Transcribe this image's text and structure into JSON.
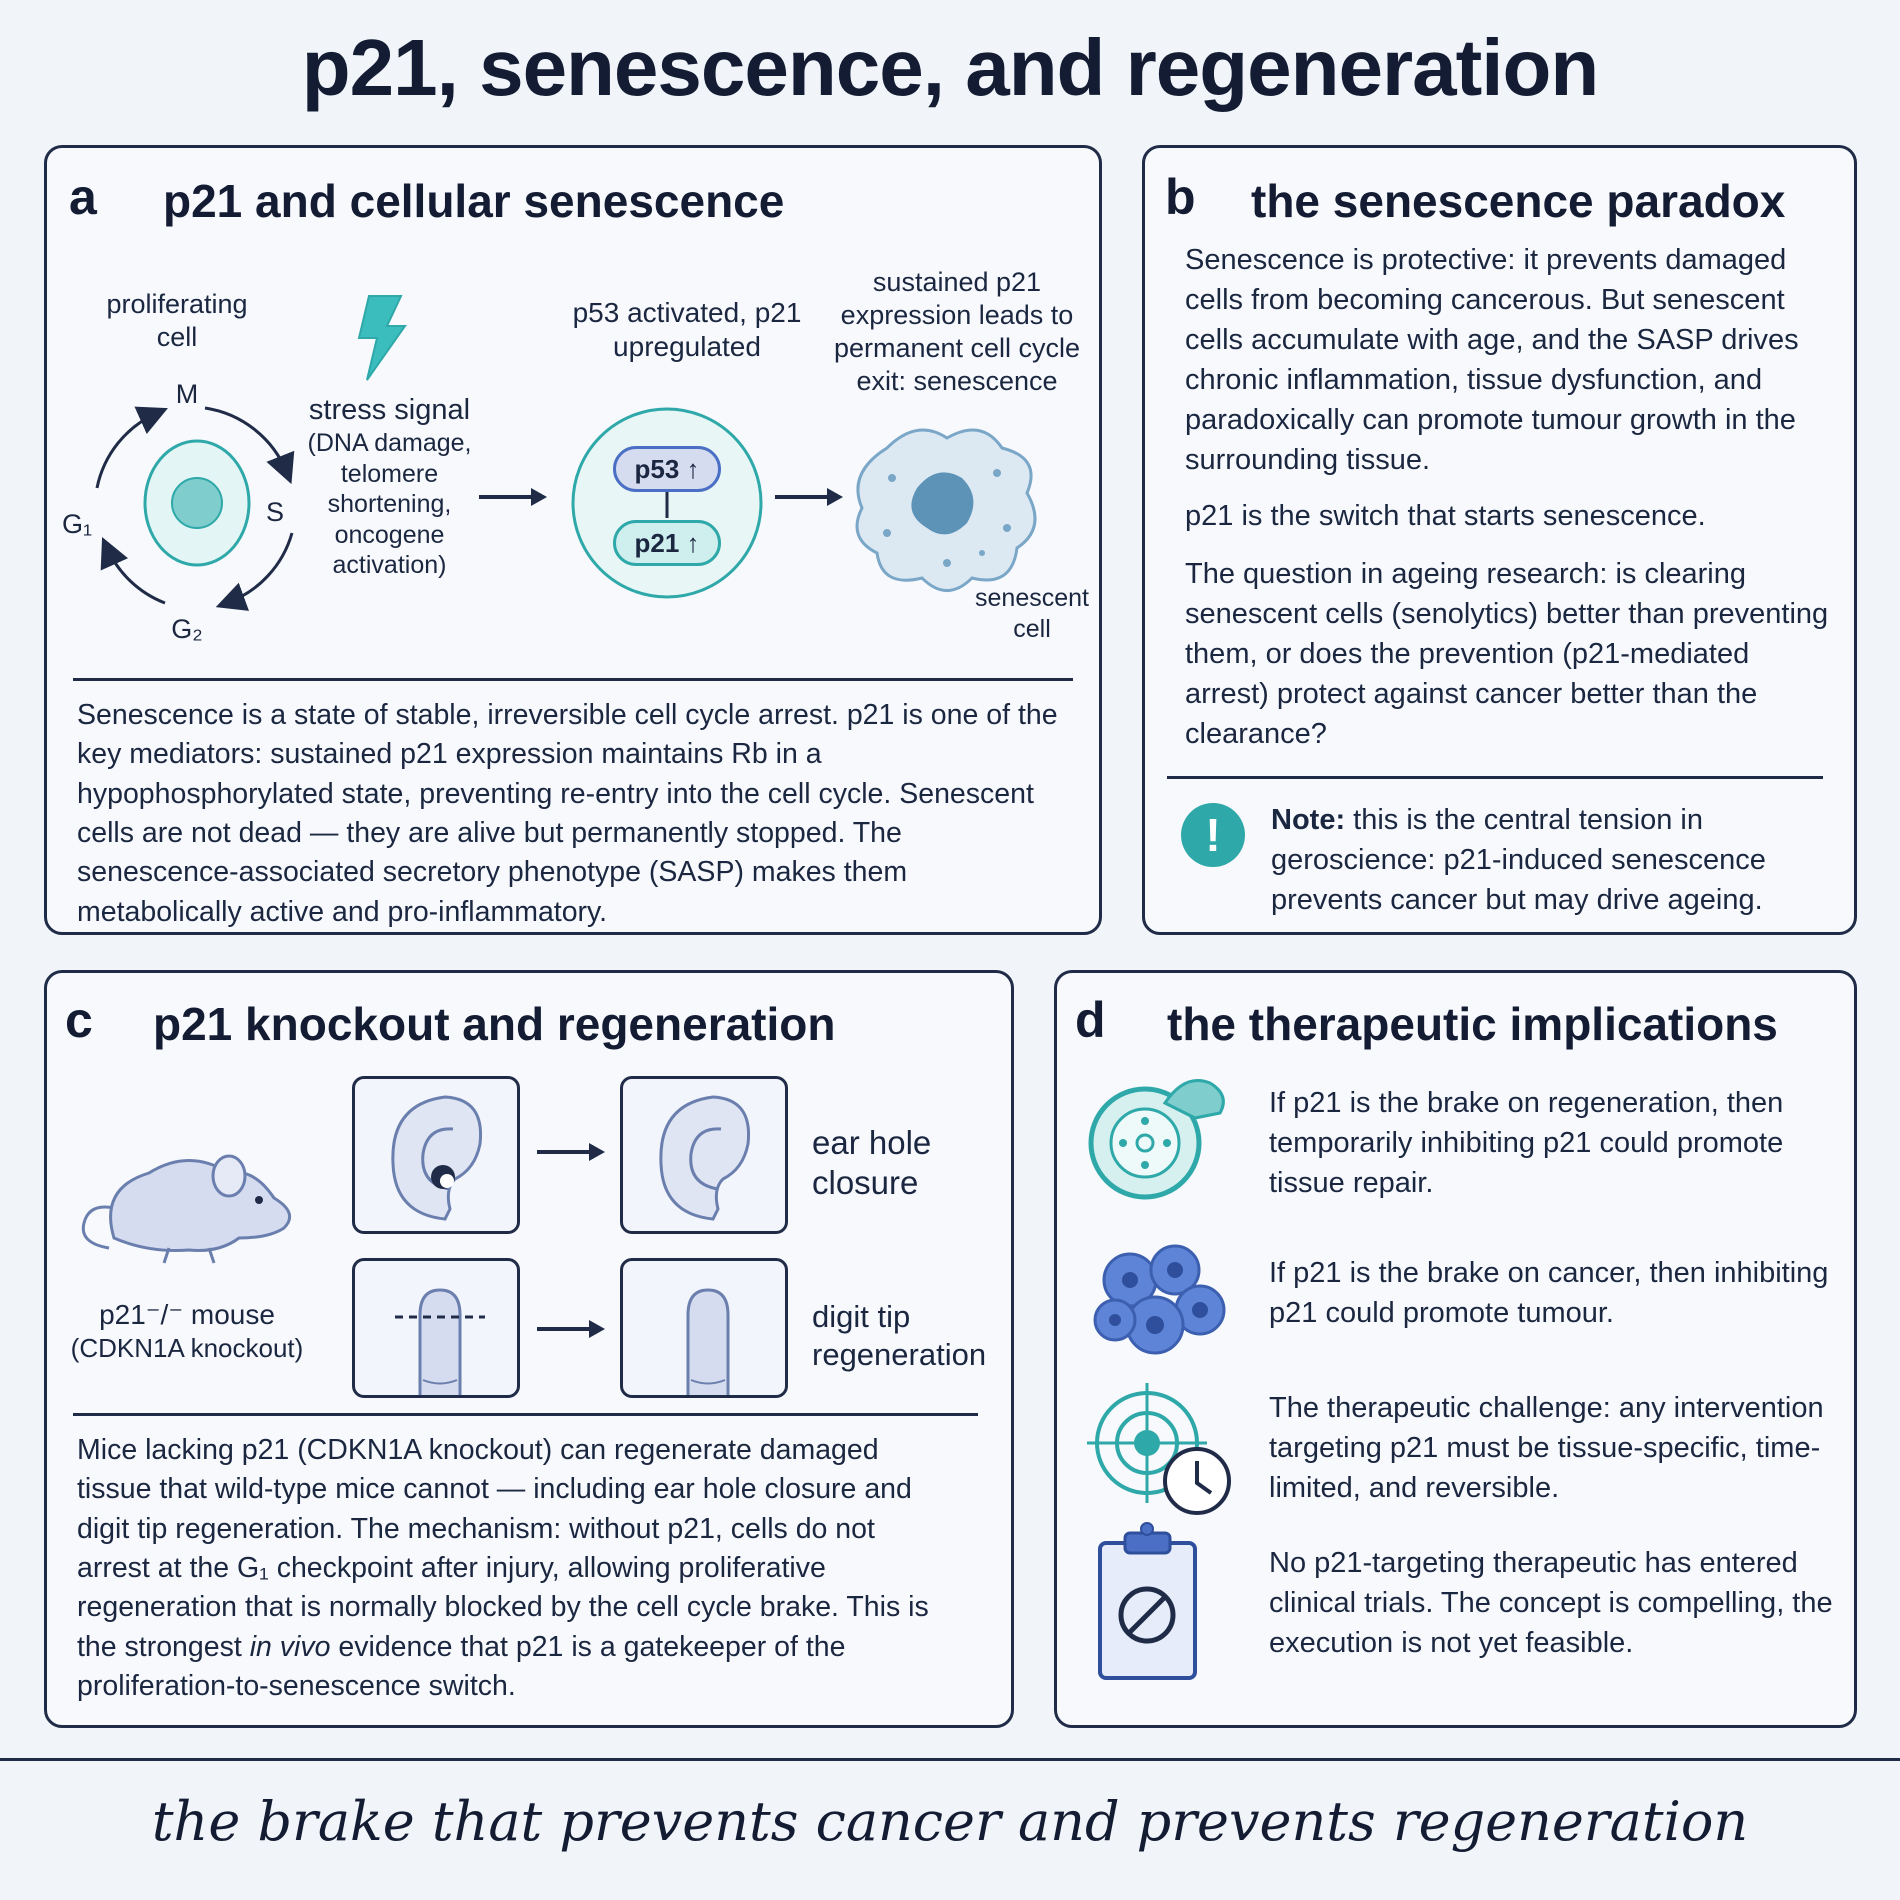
{
  "title": "p21, senescence, and regeneration",
  "panel_a": {
    "letter": "a",
    "title": "p21 and cellular senescence",
    "proliferating_label": "proliferating cell",
    "cycle_phases": {
      "m": "M",
      "s": "S",
      "g1": "G₁",
      "g2": "G₂"
    },
    "stress_title": "stress signal",
    "stress_detail": "(DNA damage, telomere shortening, oncogene activation)",
    "p53_label": "p53 activated, p21 upregulated",
    "p53_pill": "p53 ↑",
    "p21_pill": "p21 ↑",
    "sustained_label": "sustained p21 expression leads to permanent cell cycle exit: senescence",
    "senescent_label": "senescent cell",
    "body": "Senescence is a state of stable, irreversible cell cycle arrest. p21 is one of the key mediators: sustained p21 expression maintains Rb in a hypophosphorylated state, preventing re-entry into the cell cycle. Senescent cells are not dead — they are alive but permanently stopped. The senescence-associated secretory phenotype (SASP) makes them metabolically active and pro-inflammatory."
  },
  "panel_b": {
    "letter": "b",
    "title": "the senescence paradox",
    "paragraphs": [
      "Senescence is protective: it prevents damaged cells from becoming cancerous. But senescent cells accumulate with age, and the SASP drives chronic inflammation, tissue dysfunction, and paradoxically can promote tumour growth in the surrounding tissue.",
      "p21 is the switch that starts senescence.",
      "The question in ageing research: is clearing senescent cells (senolytics) better than preventing them, or does the prevention (p21-mediated arrest) protect against cancer better than the clearance?"
    ],
    "note_label": "Note:",
    "note_text": "this is the central tension in geroscience: p21-induced senescence prevents cancer but may drive ageing."
  },
  "panel_c": {
    "letter": "c",
    "title": "p21 knockout and regeneration",
    "mouse_label": "p21⁻/⁻ mouse",
    "mouse_sub": "(CDKN1A knockout)",
    "ear_label": "ear hole closure",
    "digit_label": "digit tip regeneration",
    "body_1": "Mice lacking p21 (CDKN1A knockout) can regenerate damaged tissue that wild-type mice cannot — including ear hole closure and digit tip regeneration. The mechanism: without p21, cells do not arrest at the G₁ checkpoint after injury, allowing proliferative regeneration that is normally blocked by the cell cycle brake. This is the strongest ",
    "body_em": "in vivo",
    "body_2": " evidence that p21 is a gatekeeper of the proliferation-to-senescence switch."
  },
  "panel_d": {
    "letter": "d",
    "title": "the therapeutic implications",
    "items": [
      {
        "icon": "regeneration-brake-icon",
        "text": "If p21 is the brake on regeneration, then temporarily inhibiting p21 could promote tissue repair."
      },
      {
        "icon": "cancer-cells-icon",
        "text": "If p21 is the brake on cancer, then inhibiting p21 could promote tumour."
      },
      {
        "icon": "target-clock-icon",
        "text": "The therapeutic challenge: any intervention targeting p21 must be tissue-specific, time-limited, and reversible."
      },
      {
        "icon": "clipboard-prohibited-icon",
        "text": "No p21-targeting therapeutic has entered clinical trials. The concept is compelling, the execution is not yet feasible."
      }
    ]
  },
  "footer": "the brake that prevents cancer and prevents regeneration",
  "colors": {
    "navy": "#1f2b47",
    "teal": "#2ea8a8",
    "light_teal": "#cfeeee",
    "blue": "#4a6fc4",
    "lavender": "#d5dcf0"
  }
}
